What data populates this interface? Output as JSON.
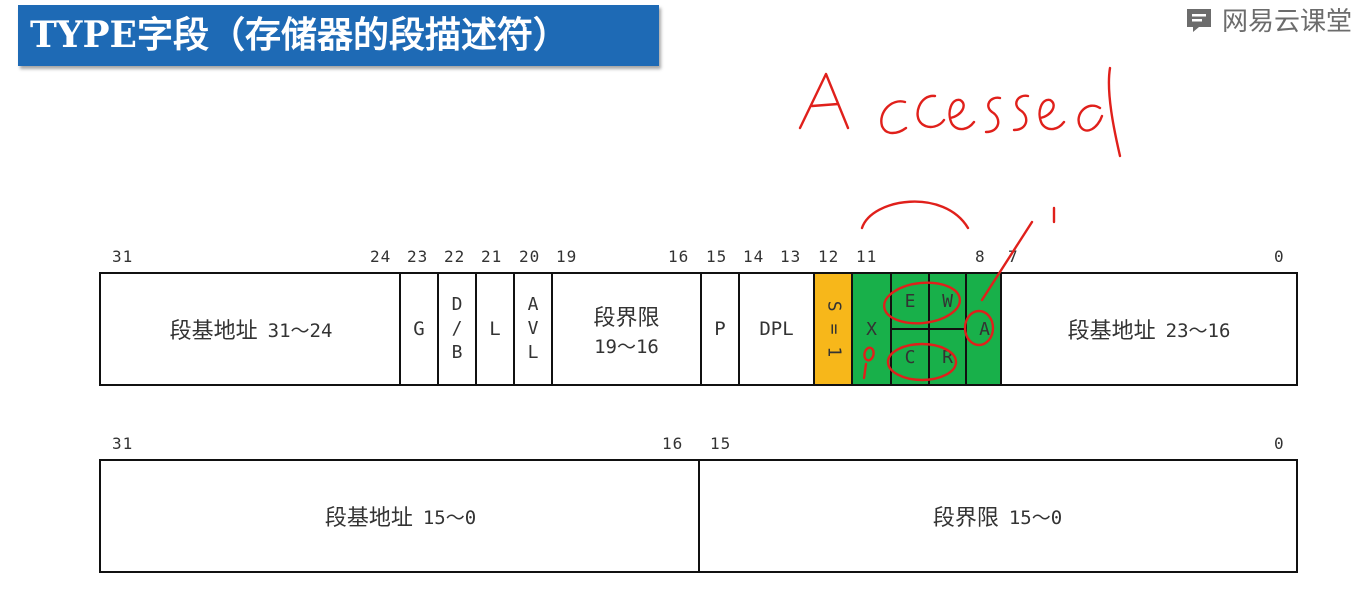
{
  "title": "TYPE字段（存储器的段描述符）",
  "brand": {
    "name": "网易云课堂",
    "logo_icon": "netease-cloud-classroom-logo-icon"
  },
  "colors": {
    "banner": "#1e6ab5",
    "s_flag": "#f7b71a",
    "type_field": "#18b04a",
    "annotation": "#e0201b"
  },
  "annotation": {
    "word": "Accessed",
    "marks": [
      "0",
      "1"
    ]
  },
  "high_dword": {
    "bit_numbers": [
      "31",
      "24",
      "23",
      "22",
      "21",
      "20",
      "19",
      "16",
      "15",
      "14",
      "13",
      "12",
      "11",
      "8",
      "7",
      "0"
    ],
    "fields": {
      "base_high": {
        "label": "段基地址",
        "range": "31～24"
      },
      "g": "G",
      "db": [
        "D",
        "/",
        "B"
      ],
      "l": "L",
      "avl": [
        "A",
        "V",
        "L"
      ],
      "limit_high": {
        "label": "段界限",
        "range": "19～16"
      },
      "p": "P",
      "dpl": "DPL",
      "s": [
        "S",
        "=",
        "1"
      ],
      "type": {
        "x": "X",
        "e": "E",
        "w": "W",
        "c": "C",
        "r": "R",
        "a": "A"
      },
      "base_mid": {
        "label": "段基地址",
        "range": "23～16"
      }
    }
  },
  "low_dword": {
    "bit_numbers": [
      "31",
      "16",
      "15",
      "0"
    ],
    "fields": {
      "base_low": {
        "label": "段基地址",
        "range": "15～0"
      },
      "limit_low": {
        "label": "段界限",
        "range": "15～0"
      }
    }
  }
}
